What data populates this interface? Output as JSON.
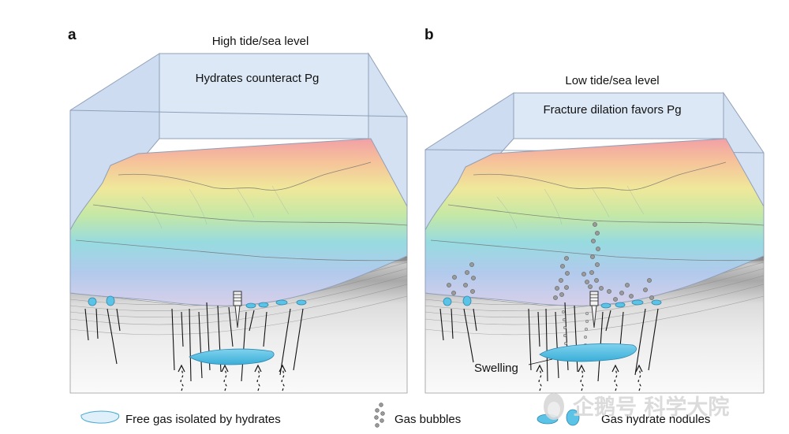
{
  "panels": {
    "a": {
      "letter": "a",
      "tide_label": "High tide/sea level",
      "box_label": "Hydrates counteract Pg"
    },
    "b": {
      "letter": "b",
      "tide_label": "Low tide/sea level",
      "box_label": "Fracture dilation favors Pg",
      "annotation": "Swelling"
    }
  },
  "legend": {
    "free_gas": "Free gas isolated by hydrates",
    "gas_bubbles": "Gas bubbles",
    "hydrate_nodules": "Gas hydrate nodules"
  },
  "watermark": "企鹅号 科学大院",
  "colors": {
    "water_fill": "#dbe7f6",
    "water_edge": "#8fa0b8",
    "hydrate_blue": "#5bc3e6",
    "free_gas_blue": "#48b8e0",
    "bubble_gray": "#8a8a8a"
  },
  "icons": [
    "fracture-lines",
    "gas-pathway-arrows",
    "drill-probe-icon",
    "bubble-icon",
    "nodule-icon",
    "penguin-logo"
  ]
}
